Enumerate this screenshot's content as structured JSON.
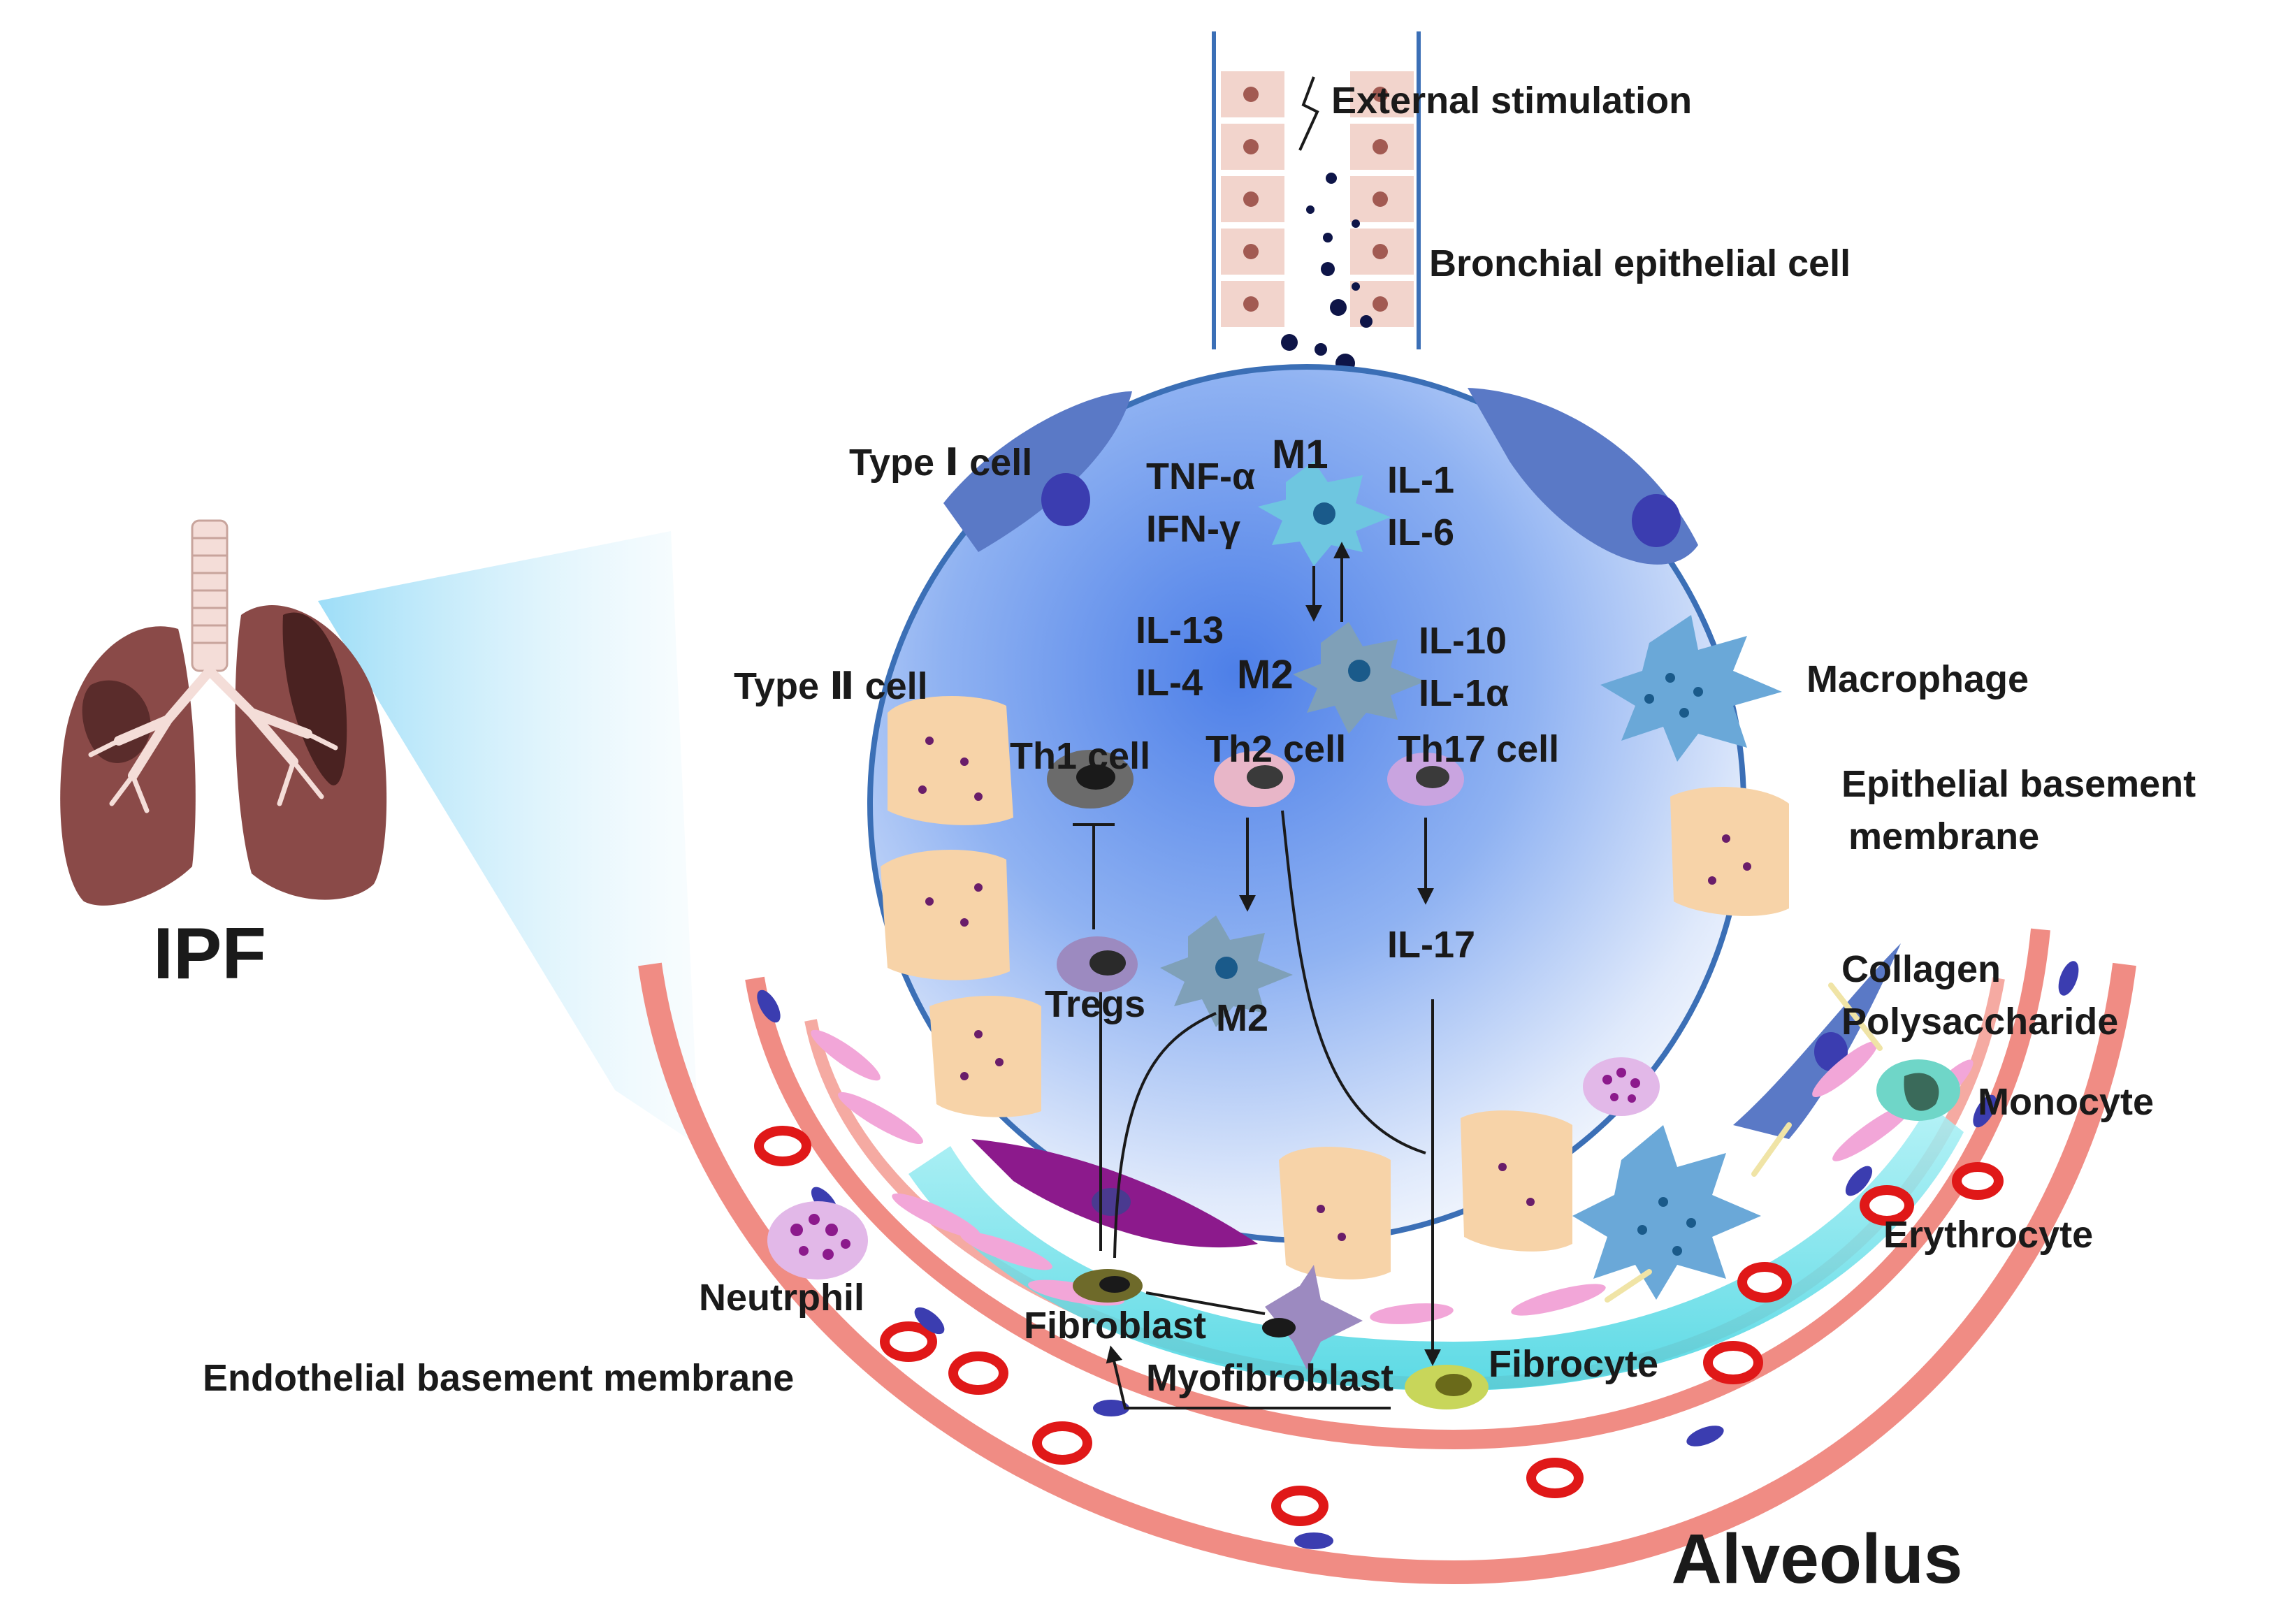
{
  "figure": {
    "organ_label": "IPF",
    "region_label": "Alveolus"
  },
  "labels": {
    "external_stimulation": "External stimulation",
    "bronchial_epithelial_cell": "Bronchial epithelial cell",
    "type1_cell": "Type Ⅰ  cell",
    "type2_cell": "Type Ⅱ cell",
    "macrophage": "Macrophage",
    "epithelial_bm_line1": "Epithelial basement",
    "epithelial_bm_line2": "membrane",
    "collagen": "Collagen",
    "polysaccharide": "Polysaccharide",
    "monocyte": "Monocyte",
    "erythrocyte": "Erythrocyte",
    "neutrophil": "Neutrphil",
    "endothelial_bm": "Endothelial basement membrane",
    "fibroblast": "Fibroblast",
    "myofibroblast": "Myofibroblast",
    "fibrocyte": "Fibrocyte"
  },
  "immune": {
    "m1": "M1",
    "m2_top": "M2",
    "m2_bottom": "M2",
    "tnf": "TNF-α",
    "ifn": "IFN-γ",
    "il1": "IL-1",
    "il6": "IL-6",
    "il13": "IL-13",
    "il4": "IL-4",
    "il10": "IL-10",
    "il1a": "IL-1α",
    "th1": "Th1 cell",
    "th2": "Th2 cell",
    "th17": "Th17 cell",
    "tregs": "Tregs",
    "il17": "IL-17"
  },
  "colors": {
    "alveolus_fill": "#5f8ff0",
    "alveolus_stroke": "#3b6fb6",
    "lung": "#8a4a48",
    "airway_cell": "#f2d4cc",
    "nucleus": "#a25a52",
    "vessel": "#f08c84",
    "erythrocyte_ring": "#e01818",
    "macrophage": "#6aa8d8",
    "type2_cell": "#f7d3a8",
    "myofibroblast": "#8c1a8c"
  }
}
